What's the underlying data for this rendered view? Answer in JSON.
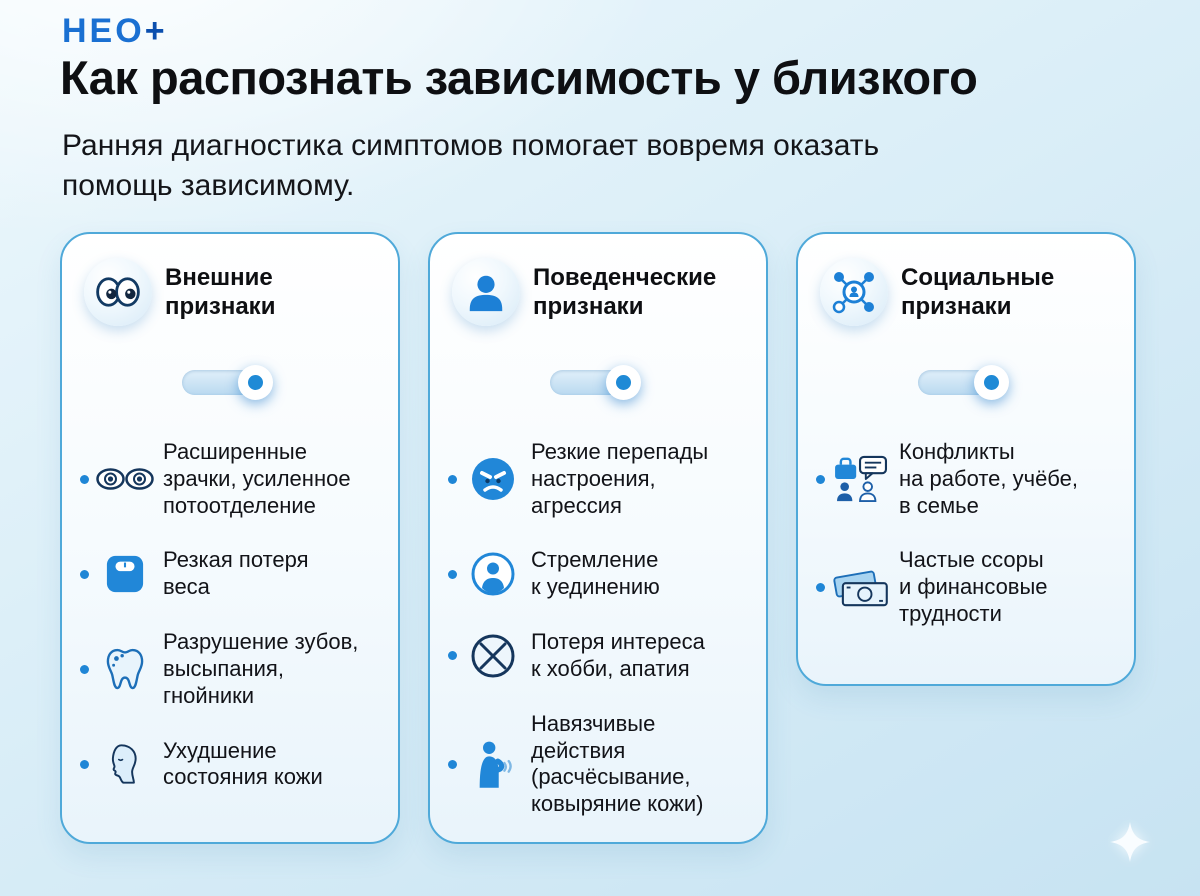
{
  "page": {
    "logo_text": "НЕО",
    "logo_plus": "+",
    "title": "Как распознать зависимость у близкого",
    "subtitle": "Ранняя диагностика симптомов помогает вовремя оказать\nпомощь зависимому."
  },
  "colors": {
    "accent_blue": "#1f86d6",
    "dark_navy": "#15365c",
    "card_border": "#4fa9d9",
    "background_top": "#ecf7fc",
    "background_bottom": "#c7e3f2"
  },
  "cards": [
    {
      "title": "Внешние\nпризнаки",
      "header_icon": "googly-eyes-icon",
      "toggle_on": true,
      "items": [
        {
          "icon": "eyes-icon",
          "text": "Расширенные\nзрачки, усиленное\nпотоотделение"
        },
        {
          "icon": "scale-icon",
          "text": "Резкая потеря\nвеса"
        },
        {
          "icon": "tooth-icon",
          "text": "Разрушение зубов,\nвысыпания,\nгнойники"
        },
        {
          "icon": "face-profile-icon",
          "text": "Ухудшение\nсостояния кожи"
        }
      ]
    },
    {
      "title": "Поведенческие\nпризнаки",
      "header_icon": "person-icon",
      "toggle_on": true,
      "items": [
        {
          "icon": "angry-face-icon",
          "text": "Резкие перепады\nнастроения,\nагрессия"
        },
        {
          "icon": "person-in-circle-icon",
          "text": "Стремление\nк уединению"
        },
        {
          "icon": "no-interest-icon",
          "text": "Потеря интереса\nк хобби, апатия"
        },
        {
          "icon": "scratching-icon",
          "text": "Навязчивые\nдействия\n(расчёсывание,\nковыряние кожи)"
        }
      ]
    },
    {
      "title": "Социальные\nпризнаки",
      "header_icon": "network-icon",
      "toggle_on": true,
      "items": [
        {
          "icon": "work-conflict-icon",
          "text": "Конфликты\nна работе, учёбе,\nв семье"
        },
        {
          "icon": "money-icon",
          "text": "Частые ссоры\nи финансовые\nтрудности"
        }
      ]
    }
  ],
  "decoration": {
    "sparkle": "four-point-star"
  }
}
